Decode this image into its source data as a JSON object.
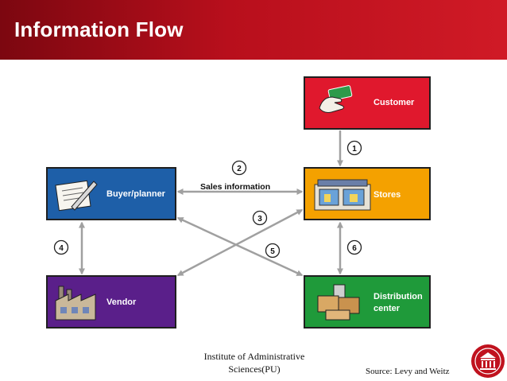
{
  "slide": {
    "title": "Information Flow"
  },
  "diagram": {
    "nodes": {
      "customer": {
        "label": "Customer",
        "color": "#e0182d"
      },
      "stores": {
        "label": "Stores",
        "color": "#f4a100"
      },
      "buyer": {
        "label": "Buyer/planner",
        "color": "#1e5fa8"
      },
      "vendor": {
        "label": "Vendor",
        "color": "#5a1f8a"
      },
      "distribution": {
        "label_line1": "Distribution",
        "label_line2": "center",
        "color": "#1f9a3a"
      }
    },
    "edge_label": "Sales information",
    "steps": [
      "1",
      "2",
      "3",
      "4",
      "5",
      "6"
    ],
    "arrow_color": "#9a9a9a"
  },
  "footer": {
    "institute_line1": "Institute of Administrative",
    "institute_line2": "Sciences(PU)",
    "source": "Source: Levy and Weitz"
  }
}
